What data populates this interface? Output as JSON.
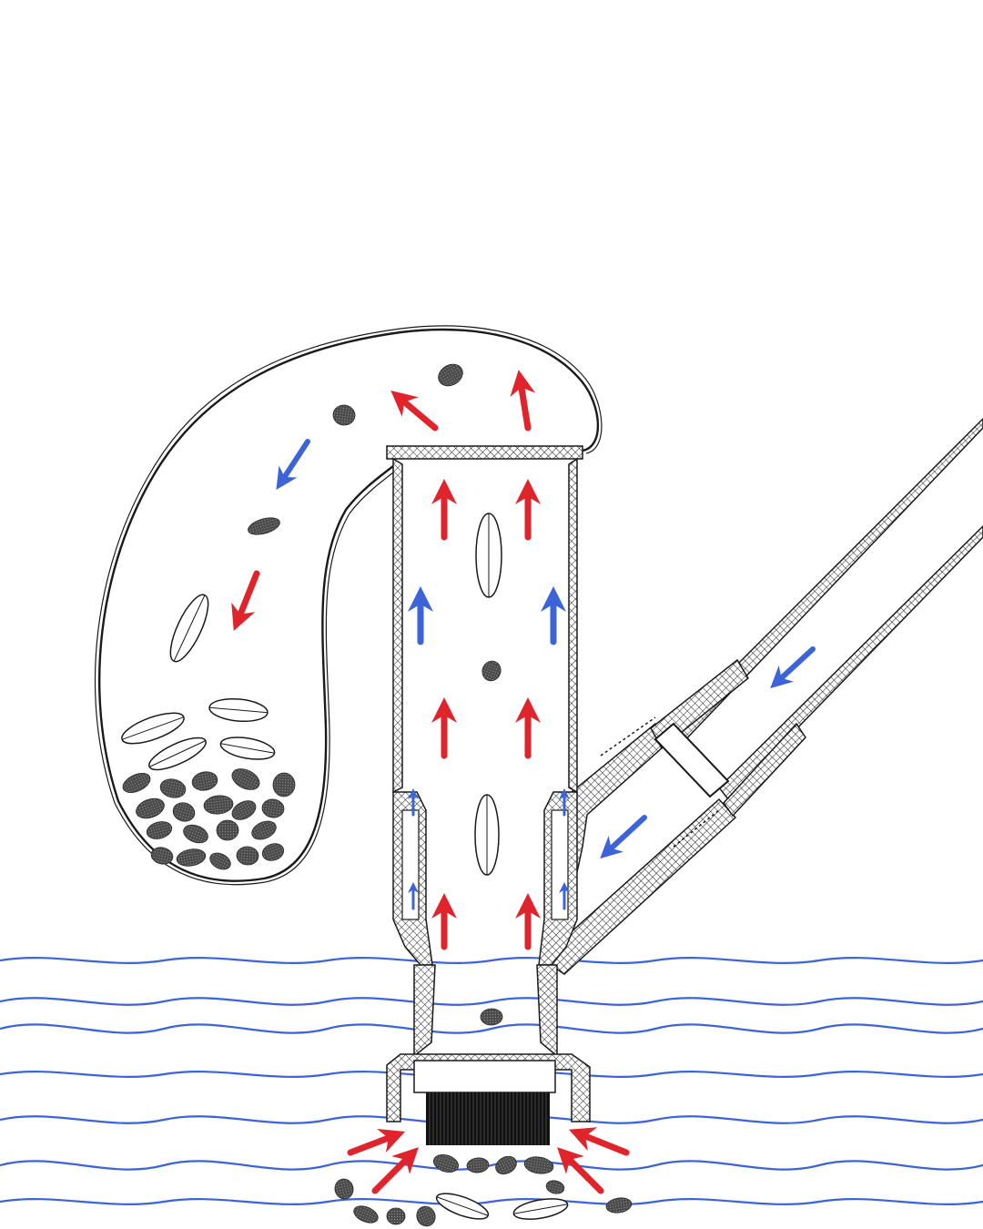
{
  "diagram": {
    "subject": "pool-vacuum-cross-section",
    "colors": {
      "suction_flow": "#e0242c",
      "water_flow": "#3c64d8",
      "outline": "#1a1a1a",
      "debris": "#4a4a4a",
      "brush": "#111111",
      "background": "#ffffff"
    },
    "components": [
      {
        "id": "collection-bag",
        "icon": "bag-outline"
      },
      {
        "id": "suction-tube",
        "icon": "hatched-tube"
      },
      {
        "id": "handle-pole",
        "icon": "pole"
      },
      {
        "id": "side-water-inlet",
        "icon": "hatched-tube"
      },
      {
        "id": "brush-head",
        "icon": "brush"
      },
      {
        "id": "water-surface",
        "icon": "wavy-lines"
      }
    ],
    "flow_legend": [
      {
        "key": "suction",
        "color": "#e0242c"
      },
      {
        "key": "water",
        "color": "#3c64d8"
      }
    ]
  }
}
